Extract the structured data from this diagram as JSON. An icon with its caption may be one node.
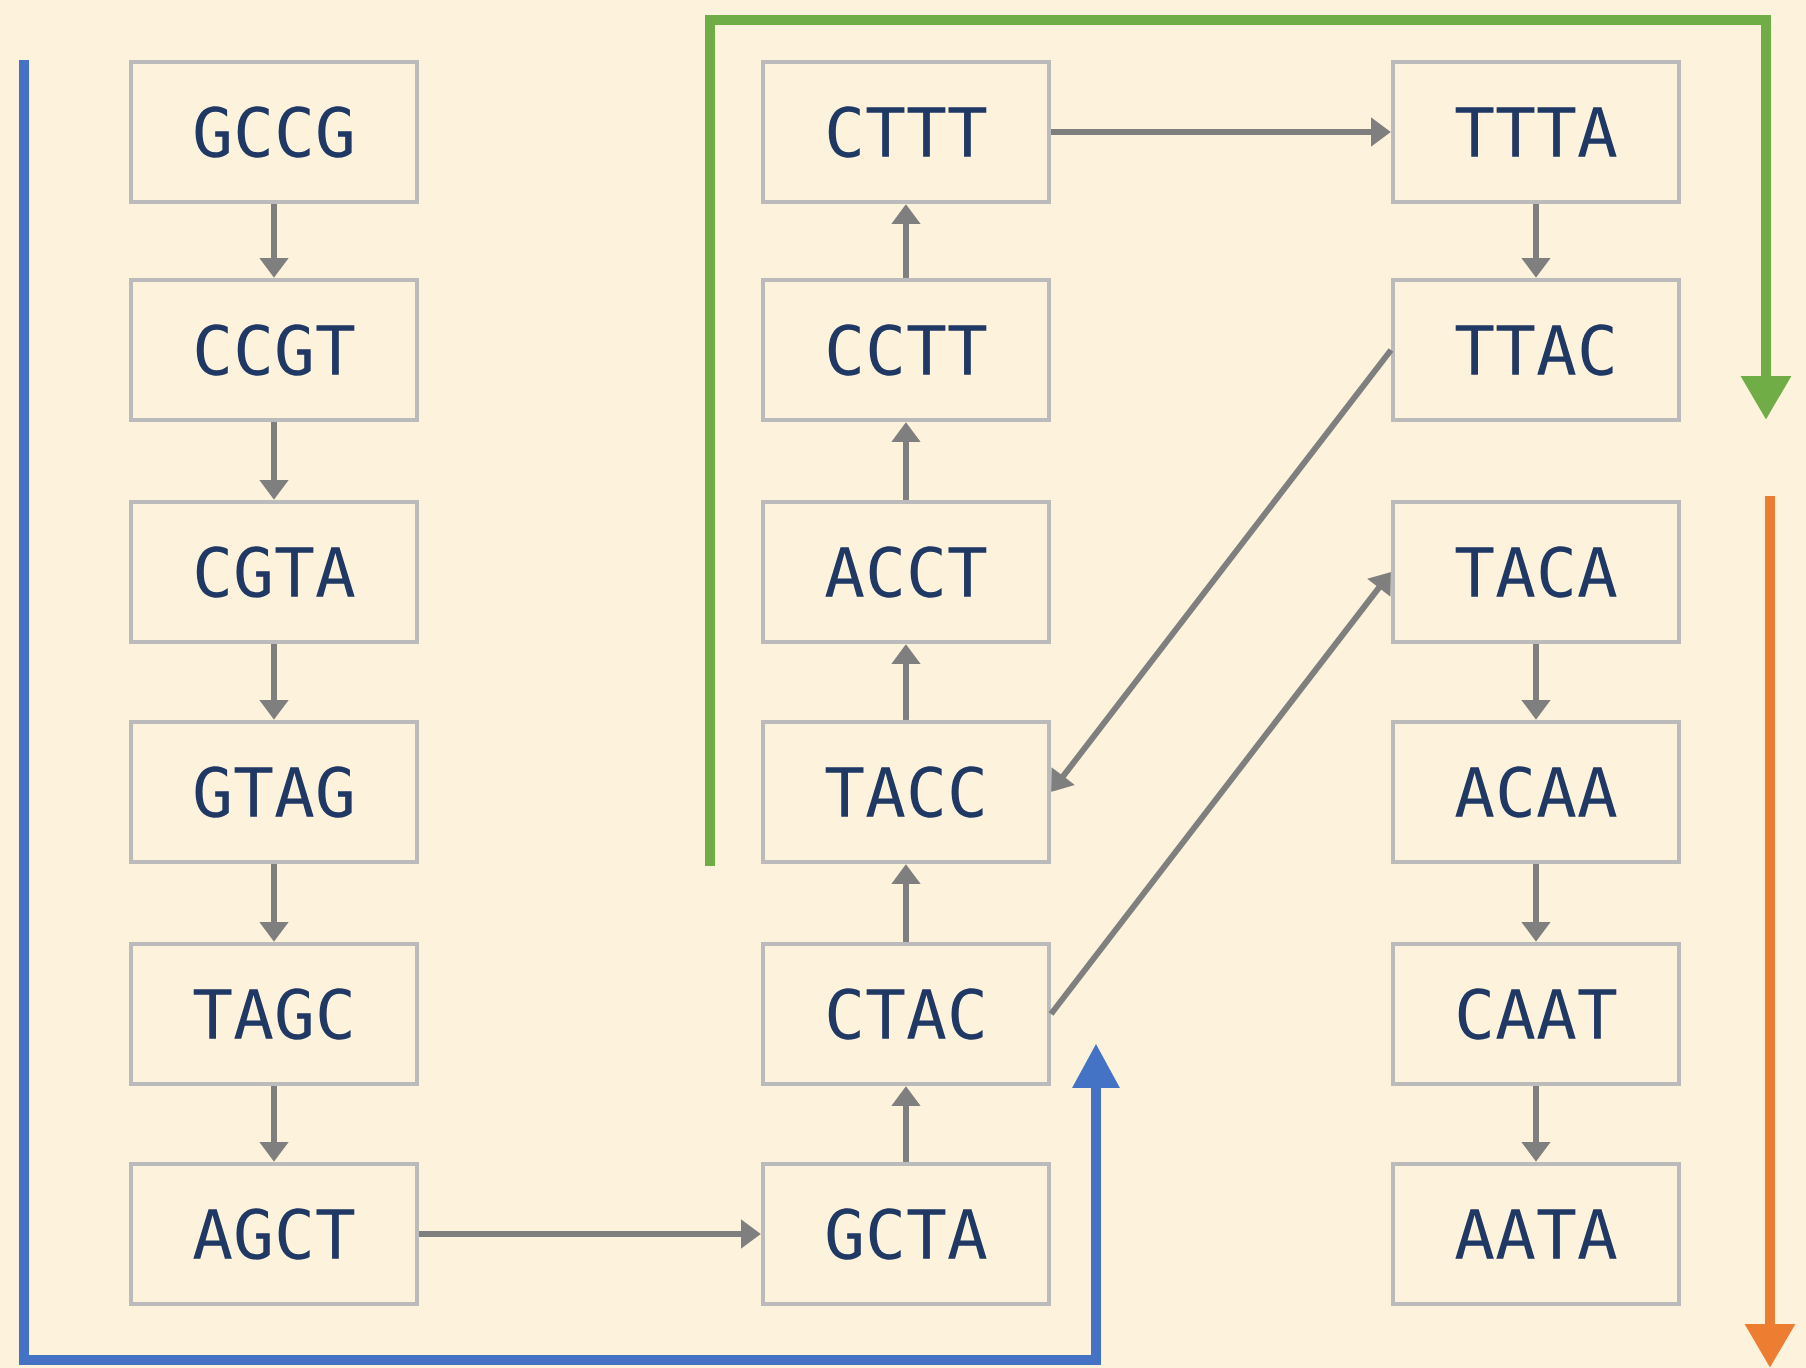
{
  "diagram": {
    "nodes": [
      {
        "text": [
          "GCCG"
        ]
      },
      {
        "text": [
          "CCGT"
        ]
      },
      {
        "text": [
          "CGTA"
        ]
      },
      {
        "text": [
          "GTAG"
        ]
      },
      {
        "text": [
          "TAGC"
        ]
      },
      {
        "text": [
          "AGCT"
        ]
      },
      {
        "text": [
          "CTTT"
        ]
      },
      {
        "text": [
          "CCTT"
        ]
      },
      {
        "text": [
          "ACCT"
        ]
      },
      {
        "text": [
          "TACC"
        ]
      },
      {
        "text": [
          "CTAC"
        ]
      },
      {
        "text": [
          "GCTA"
        ]
      },
      {
        "text": [
          "TTTA"
        ]
      },
      {
        "text": [
          "TTAC"
        ]
      },
      {
        "text": [
          "TACA"
        ]
      },
      {
        "text": [
          "ACAA"
        ]
      },
      {
        "text": [
          "CAAT"
        ]
      },
      {
        "text": [
          "AATA"
        ]
      }
    ],
    "edges": [
      {
        "from": 0,
        "to": 1,
        "arrow": "to"
      },
      {
        "from": 1,
        "to": 2,
        "arrow": "to"
      },
      {
        "from": 2,
        "to": 3,
        "arrow": "to"
      },
      {
        "from": 3,
        "to": 4,
        "arrow": "to"
      },
      {
        "from": 4,
        "to": 5,
        "arrow": "to"
      },
      {
        "from": 5,
        "to": 11,
        "arrow": "to"
      },
      {
        "from": 11,
        "to": 10,
        "arrow": "to"
      },
      {
        "from": 10,
        "to": 9,
        "arrow": "to"
      },
      {
        "from": 9,
        "to": 8,
        "arrow": "to"
      },
      {
        "from": 8,
        "to": 7,
        "arrow": "to"
      },
      {
        "from": 7,
        "to": 6,
        "arrow": "to"
      },
      {
        "from": 6,
        "to": 12,
        "arrow": "to"
      },
      {
        "from": 12,
        "to": 13,
        "arrow": "to"
      },
      {
        "from": 13,
        "to": 9,
        "arrow": "to"
      },
      {
        "from": 10,
        "to": 14,
        "arrow": "to"
      },
      {
        "from": 14,
        "to": 15,
        "arrow": "to"
      },
      {
        "from": 15,
        "to": 16,
        "arrow": "to"
      },
      {
        "from": 16,
        "to": 17,
        "arrow": "to"
      }
    ]
  }
}
